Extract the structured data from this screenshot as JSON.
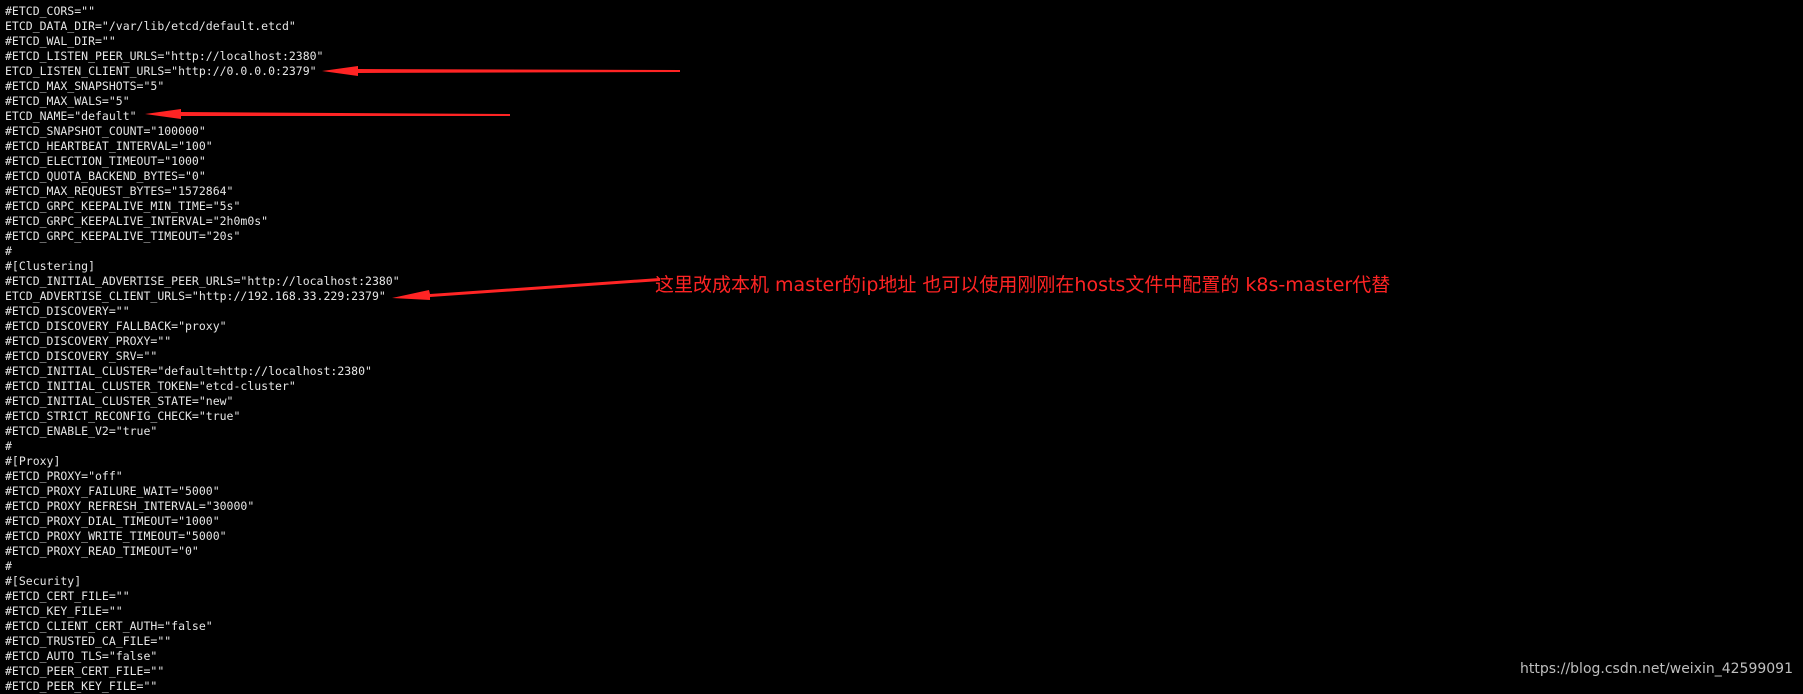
{
  "terminal": {
    "lines": [
      "#ETCD_CORS=\"\"",
      "ETCD_DATA_DIR=\"/var/lib/etcd/default.etcd\"",
      "#ETCD_WAL_DIR=\"\"",
      "#ETCD_LISTEN_PEER_URLS=\"http://localhost:2380\"",
      "ETCD_LISTEN_CLIENT_URLS=\"http://0.0.0.0:2379\"",
      "#ETCD_MAX_SNAPSHOTS=\"5\"",
      "#ETCD_MAX_WALS=\"5\"",
      "ETCD_NAME=\"default\"",
      "#ETCD_SNAPSHOT_COUNT=\"100000\"",
      "#ETCD_HEARTBEAT_INTERVAL=\"100\"",
      "#ETCD_ELECTION_TIMEOUT=\"1000\"",
      "#ETCD_QUOTA_BACKEND_BYTES=\"0\"",
      "#ETCD_MAX_REQUEST_BYTES=\"1572864\"",
      "#ETCD_GRPC_KEEPALIVE_MIN_TIME=\"5s\"",
      "#ETCD_GRPC_KEEPALIVE_INTERVAL=\"2h0m0s\"",
      "#ETCD_GRPC_KEEPALIVE_TIMEOUT=\"20s\"",
      "#",
      "#[Clustering]",
      "#ETCD_INITIAL_ADVERTISE_PEER_URLS=\"http://localhost:2380\"",
      "ETCD_ADVERTISE_CLIENT_URLS=\"http://192.168.33.229:2379\"",
      "#ETCD_DISCOVERY=\"\"",
      "#ETCD_DISCOVERY_FALLBACK=\"proxy\"",
      "#ETCD_DISCOVERY_PROXY=\"\"",
      "#ETCD_DISCOVERY_SRV=\"\"",
      "#ETCD_INITIAL_CLUSTER=\"default=http://localhost:2380\"",
      "#ETCD_INITIAL_CLUSTER_TOKEN=\"etcd-cluster\"",
      "#ETCD_INITIAL_CLUSTER_STATE=\"new\"",
      "#ETCD_STRICT_RECONFIG_CHECK=\"true\"",
      "#ETCD_ENABLE_V2=\"true\"",
      "#",
      "#[Proxy]",
      "#ETCD_PROXY=\"off\"",
      "#ETCD_PROXY_FAILURE_WAIT=\"5000\"",
      "#ETCD_PROXY_REFRESH_INTERVAL=\"30000\"",
      "#ETCD_PROXY_DIAL_TIMEOUT=\"1000\"",
      "#ETCD_PROXY_WRITE_TIMEOUT=\"5000\"",
      "#ETCD_PROXY_READ_TIMEOUT=\"0\"",
      "#",
      "#[Security]",
      "#ETCD_CERT_FILE=\"\"",
      "#ETCD_KEY_FILE=\"\"",
      "#ETCD_CLIENT_CERT_AUTH=\"false\"",
      "#ETCD_TRUSTED_CA_FILE=\"\"",
      "#ETCD_AUTO_TLS=\"false\"",
      "#ETCD_PEER_CERT_FILE=\"\"",
      "#ETCD_PEER_KEY_FILE=\"\""
    ],
    "text_color": "#e6e6e6",
    "background_color": "#000000"
  },
  "annotations": {
    "note": "这里改成本机 master的ip地址 也可以使用刚刚在hosts文件中配置的  k8s-master代替",
    "arrow_color": "#ff2424",
    "arrow_icons": [
      "arrow-left-icon",
      "arrow-left-icon",
      "arrow-left-icon"
    ]
  },
  "watermark": {
    "text": "https://blog.csdn.net/weixin_42599091"
  }
}
